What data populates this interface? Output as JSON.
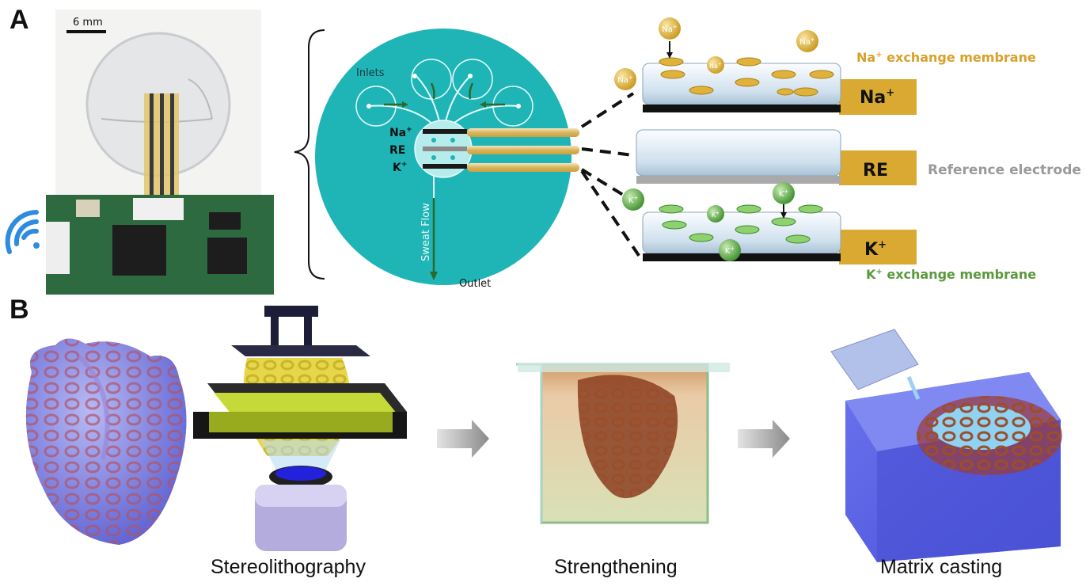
{
  "panel_a": {
    "label": "A",
    "scale_bar": "6 mm",
    "disc_labels": {
      "inlets": "Inlets",
      "na": "Na",
      "na_sup": "+",
      "re": "RE",
      "k": "K",
      "k_sup": "+",
      "sweat_flow": "Sweat Flow",
      "outlet": "Outlet"
    },
    "ion_na": "Na",
    "ion_na_sup": "+",
    "ion_k": "K",
    "ion_k_sup": "+",
    "tab_na": "Na",
    "tab_na_sup": "+",
    "tab_re": "RE",
    "tab_k": "K",
    "tab_k_sup": "+",
    "na_membrane_pre": "Na",
    "na_membrane_sup": "+",
    "na_membrane_post": " exchange membrane",
    "reference_electrode": "Reference electrode",
    "k_membrane_pre": "K",
    "k_membrane_sup": "+",
    "k_membrane_post": " exchange membrane",
    "colors": {
      "disc": "#1fb5b7",
      "gold": "#d9a932",
      "na_text": "#d8a12a",
      "k_text": "#5a9a3a",
      "pcb": "#2d6a3f"
    }
  },
  "panel_b": {
    "label": "B",
    "captions": {
      "stereolithography": "Stereolithography",
      "strengthening": "Strengthening",
      "matrix_casting": "Matrix casting"
    },
    "colors": {
      "heart": "#7a7ee0",
      "resin": "#d8e84a",
      "lattice": "#a0552c",
      "block": "#5a64e8"
    }
  }
}
